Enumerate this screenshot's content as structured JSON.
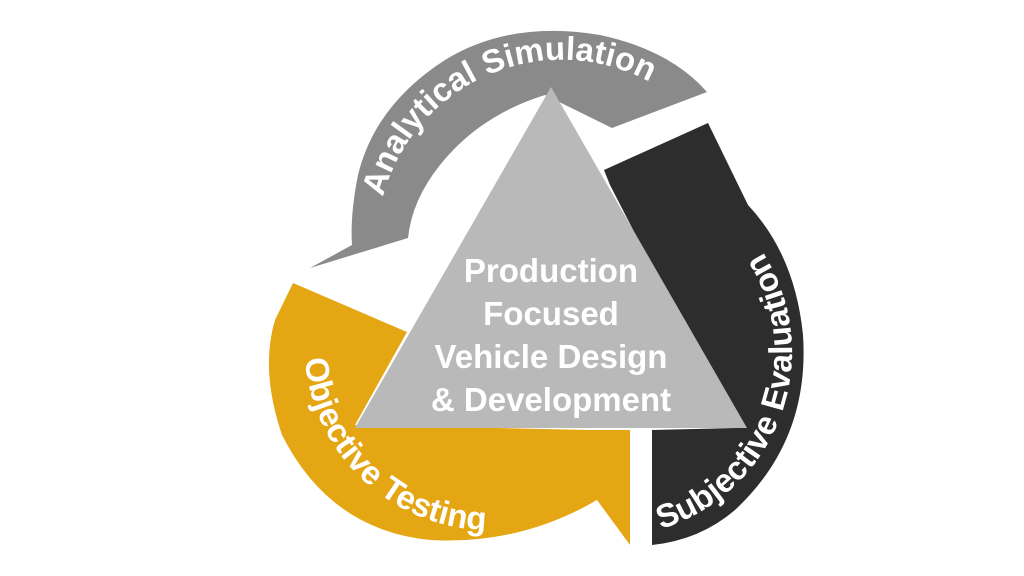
{
  "diagram": {
    "center": {
      "lines": [
        "Production",
        "Focused",
        "Vehicle Design",
        "& Development"
      ],
      "color": "#b9b9b9"
    },
    "segments": [
      {
        "label": "Analytical Simulation",
        "color": "#8a8a8a",
        "icon": "curved-arrow"
      },
      {
        "label": "Subjective Evaluation",
        "color": "#2d2d2d",
        "icon": "curved-arrow"
      },
      {
        "label": "Objective Testing",
        "color": "#e5a614",
        "icon": "curved-arrow"
      }
    ]
  }
}
